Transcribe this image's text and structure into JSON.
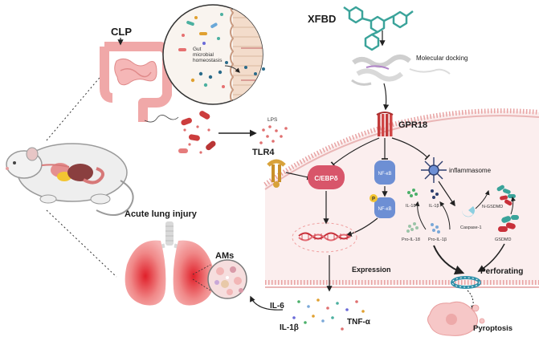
{
  "labels": {
    "clp": "CLP",
    "gut_homeostasis": [
      "Gut",
      "microbial",
      "homeostasis"
    ],
    "xfbd": "XFBD",
    "molecular_docking": "Molecular docking",
    "gpr18": "GPR18",
    "lps": "LPS",
    "tlr4": "TLR4",
    "cebp": "C/EBPδ",
    "nfkb": "NF-κB",
    "nfkb_p": "NF-κB",
    "p": "P",
    "inflammasome": "inflammasome",
    "il18": "IL-18",
    "il1b_small": "IL-1β",
    "caspase1": "Caspase-1",
    "n_gsdmd": "N-GSDMD",
    "pro_il18": "Pro-IL-18",
    "pro_il1b": "Pro-IL-1β",
    "gsdmd": "GSDMD",
    "expression": "Expression",
    "perforating": "Perforating",
    "pyroptosis": "Pyroptosis",
    "acute_lung_injury": "Acute lung injury",
    "ams": "AMs",
    "il6": "IL-6",
    "il1b": "IL-1β",
    "tnfa": "TNF-α"
  },
  "colors": {
    "cell_fill": "#fbeeee",
    "membrane": "#e8a3a3",
    "intestine": "#f0a8a8",
    "lung": "#e77a7a",
    "teal": "#3aa39a",
    "cebp": "#d8556a",
    "nfkb": "#6d8fd4",
    "gsdmd": "#c8303a",
    "pore": "#2e8fa8"
  }
}
